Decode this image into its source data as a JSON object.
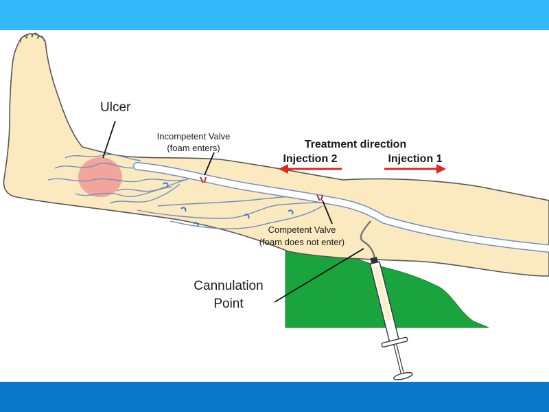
{
  "colors": {
    "top_bar": "#33b9f9",
    "bottom_bar": "#0b78c9",
    "skin": "#fbe9c0",
    "skin_outline": "#555555",
    "vein": "#6f8fc0",
    "valve_blue": "#3a6fd0",
    "valve_red": "#c0252b",
    "ulcer": "#ef8f8f",
    "arrow_red": "#e0271f",
    "support_block": "#1aa43d",
    "syringe": "#ffffff"
  },
  "labels": {
    "ulcer": "Ulcer",
    "incompetent_valve_line1": "Incompetent Valve",
    "incompetent_valve_line2": "(foam enters)",
    "treatment_direction": "Treatment direction",
    "injection_2": "Injection 2",
    "injection_1": "Injection 1",
    "competent_valve_line1": "Competent Valve",
    "competent_valve_line2": "(foam does not enter)",
    "cannulation_line1": "Cannulation",
    "cannulation_line2": "Point"
  },
  "icons": {
    "arrow_left": "arrow-left-icon",
    "arrow_right": "arrow-right-icon",
    "syringe": "syringe-icon"
  }
}
